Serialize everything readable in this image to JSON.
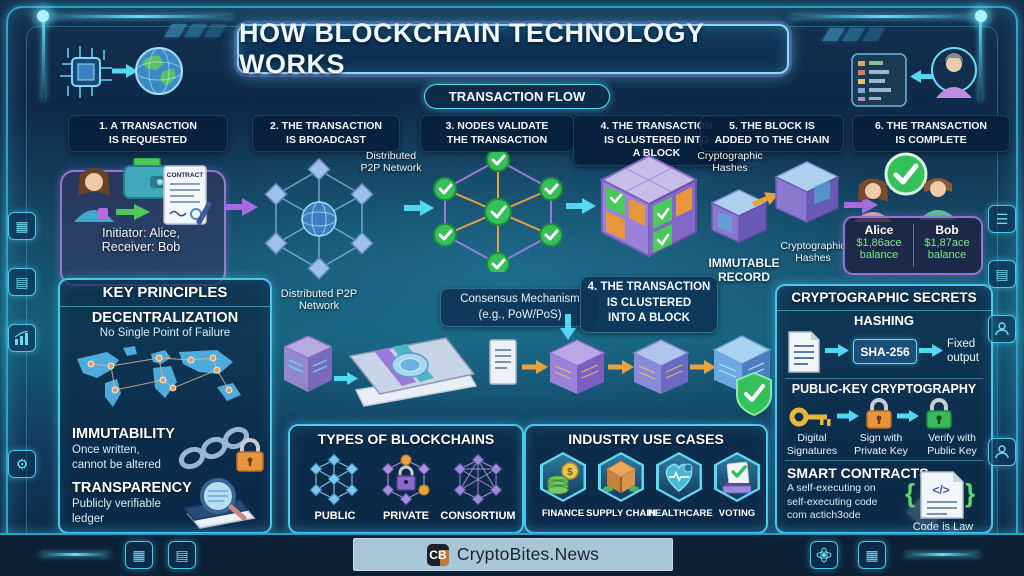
{
  "title": "HOW BLOCKCHAIN TECHNOLOGY WORKS",
  "subtitle": "TRANSACTION FLOW",
  "steps": [
    "1. A TRANSACTION\nIS REQUESTED",
    "2. THE TRANSACTION\nIS BROADCAST",
    "3. NODES VALIDATE\nTHE TRANSACTION",
    "4. THE TRANSACTION\nIS CLUSTERED INTO\nA BLOCK",
    "5. THE BLOCK IS\nADDED TO THE CHAIN",
    "6. THE TRANSACTION\nIS COMPLETE"
  ],
  "flow": {
    "contract": "CONTRACT",
    "initiator": "Initiator: Alice,\nReceiver: Bob",
    "p2p_top": "Distributed\nP2P Network",
    "p2p_bottom": "Distributed P2P\nNetwork",
    "consensus": "Consensus Mechanism\n(e.g., PoW/PoS)",
    "clustered": "4. THE TRANSACTION\nIS CLUSTERED\nINTO A BLOCK",
    "hashes_top": "Cryptographic\nHashes",
    "hashes_bottom": "Cryptographic\nHashes",
    "immutable": "IMMUTABLE\nRECORD",
    "alice_name": "Alice",
    "alice_balance": "$1,86ace",
    "alice_word": "balance",
    "bob_name": "Bob",
    "bob_balance": "$1,87ace",
    "bob_word": "balance"
  },
  "key_principles": {
    "title": "KEY PRINCIPLES",
    "p1_h": "DECENTRALIZATION",
    "p1_d": "No Single Point of Failure",
    "p2_h": "IMMUTABILITY",
    "p2_d": "Once written,\ncannot be altered",
    "p3_h": "TRANSPARENCY",
    "p3_d": "Publicly verifiable\nledger"
  },
  "types": {
    "title": "TYPES OF BLOCKCHAINS",
    "items": [
      "PUBLIC",
      "PRIVATE",
      "CONSORTIUM"
    ]
  },
  "use_cases": {
    "title": "INDUSTRY USE CASES",
    "items": [
      "FINANCE",
      "SUPPLY CHAIN",
      "HEALTHCARE",
      "VOTING"
    ]
  },
  "secrets": {
    "title": "CRYPTOGRAPHIC SECRETS",
    "hashing_h": "HASHING",
    "sha": "SHA-256",
    "fixed": "Fixed\noutput",
    "pkc_h": "PUBLIC-KEY CRYPTOGRAPHY",
    "cap1": "Digital\nSignatures",
    "cap2": "Sign with\nPrivate Key",
    "cap3": "Verify with\nPublic Key",
    "sc_h": "SMART CONTRACTS",
    "sc_d": "A self-executing on\nself-executing code\ncom actich3ode",
    "code_law": "Code is Law",
    "brace_l": "{",
    "brace_r": "}",
    "code_glyph": "</>"
  },
  "misc": {
    "dollar": "$"
  },
  "footer": {
    "logo": "CB",
    "brand": "CryptoBites.News"
  }
}
